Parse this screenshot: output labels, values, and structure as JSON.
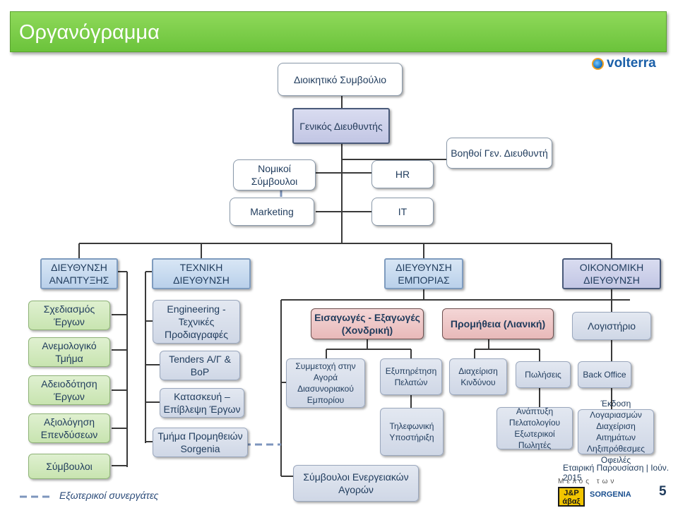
{
  "title": "Οργανόγραμμα",
  "brand": "volterra",
  "top": {
    "board": "Διοικητικό Συμβούλιο",
    "gm": "Γενικός Διευθυντής",
    "legal": "Νομικοί Σύμβουλοι",
    "hr": "HR",
    "assistant": "Βοηθοί Γεν. Διευθυντή",
    "marketing": "Marketing",
    "it": "IT"
  },
  "directorates": {
    "dev": "ΔΙΕΥΘΥΝΣΗ ΑΝΑΠΤΥΞΗΣ",
    "tech": "ΤΕΧΝΙΚΗ ΔΙΕΥΘΥΝΣΗ",
    "commercial": "ΔΙΕΥΘΥΝΣΗ ΕΜΠΟΡΙΑΣ",
    "finance": "ΟΙΚΟΝΟΜΙΚΗ ΔΙΕΥΘΥΝΣΗ"
  },
  "dev_units": [
    "Σχεδιασμός Έργων",
    "Ανεμολογικό Τμήμα",
    "Αδειοδότηση Έργων",
    "Αξιολόγηση Επενδύσεων",
    "Σύμβουλοι"
  ],
  "tech_units": [
    "Engineering - Τεχνικές Προδιαγραφές",
    "Tenders Α/Γ & BoP",
    "Κατασκευή – Επίβλεψη Έργων",
    "Τμήμα Προμηθειών Sorgenia"
  ],
  "commercial": {
    "wholesale": "Εισαγωγές - Εξαγωγές (Χονδρική)",
    "retail": "Προμήθεια (Λιανική)",
    "cross_border": "Συμμετοχή στην Αγορά Διασυνοριακού Εμπορίου",
    "customer_service": "Εξυπηρέτηση Πελατών",
    "risk": "Διαχείριση Κινδύνου",
    "sales": "Πωλήσεις",
    "telephone": "Τηλεφωνική Υποστήριξη",
    "clientele": "Ανάπτυξη Πελατολογίου Εξωτερικοί Πωλητές",
    "energy_advisors": "Σύμβουλοι Ενεργειακών Αγορών"
  },
  "finance_units": {
    "accounting": "Λογιστήριο",
    "back_office": "Back Office",
    "billing": "Έκδοση Λογαριασμών Διαχείριση Αιτημάτων Ληξιπρόθεσμες Οφειλές"
  },
  "legend": {
    "external": "Εξωτερικοί συνεργάτες"
  },
  "footer": {
    "text": "Εταιρική Παρουσίαση | Ιούν. 2015",
    "sub": "Μέλος των",
    "logo1": "J&P άβαξ",
    "logo2": "SORGENIA",
    "page": "5"
  },
  "colors": {
    "title_bg": "#6bc33b",
    "directorate_blue": "#b9d0ea",
    "directorate_lavender": "#c2c6e4",
    "unit_green": "#c8e4b0",
    "unit_pink": "#e8b9b9",
    "text": "#1f3b5c"
  }
}
